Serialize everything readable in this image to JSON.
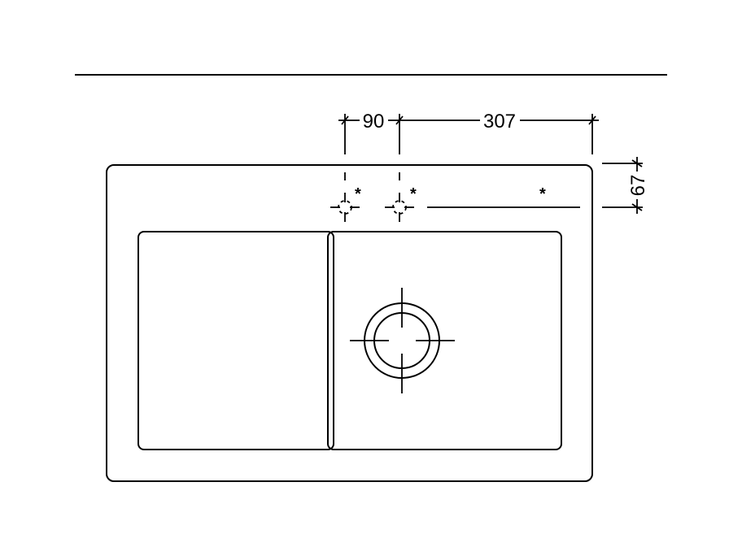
{
  "drawing": {
    "dimensions": {
      "tap_spacing": "90",
      "tap_to_edge": "307",
      "tap_from_back": "67"
    },
    "optional_marks": [
      "*",
      "*",
      "*"
    ],
    "colors": {
      "line": "#000000",
      "background": "#ffffff"
    }
  }
}
